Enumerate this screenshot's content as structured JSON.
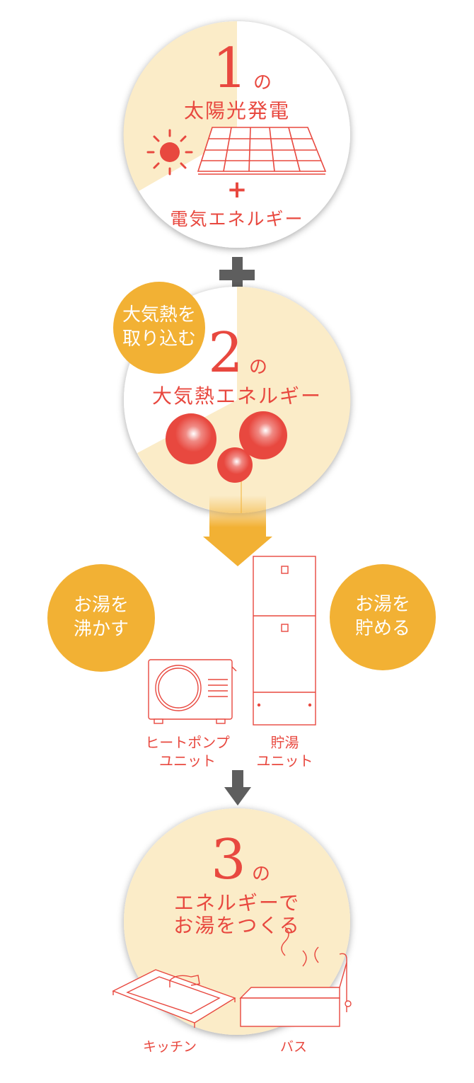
{
  "colors": {
    "red": "#e8483f",
    "orange": "#f2b134",
    "cream": "#fbecc8",
    "gray": "#5e5e5e"
  },
  "step1": {
    "number": "1",
    "suffix": "の",
    "title": "太陽光発電",
    "plus": "+",
    "subtitle": "電気エネルギー"
  },
  "step2": {
    "number": "2",
    "suffix": "の",
    "title": "大気熱エネルギー",
    "bubble_line1": "大気熱を",
    "bubble_line2": "取り込む"
  },
  "middle": {
    "boil_line1": "お湯を",
    "boil_line2": "沸かす",
    "store_line1": "お湯を",
    "store_line2": "貯める",
    "heatpump_line1": "ヒートポンプ",
    "heatpump_line2": "ユニット",
    "tank_line1": "貯湯",
    "tank_line2": "ユニット"
  },
  "step3": {
    "number": "3",
    "suffix": "の",
    "title_line1": "エネルギーで",
    "title_line2": "お湯をつくる",
    "kitchen": "キッチン",
    "bath": "バス"
  }
}
